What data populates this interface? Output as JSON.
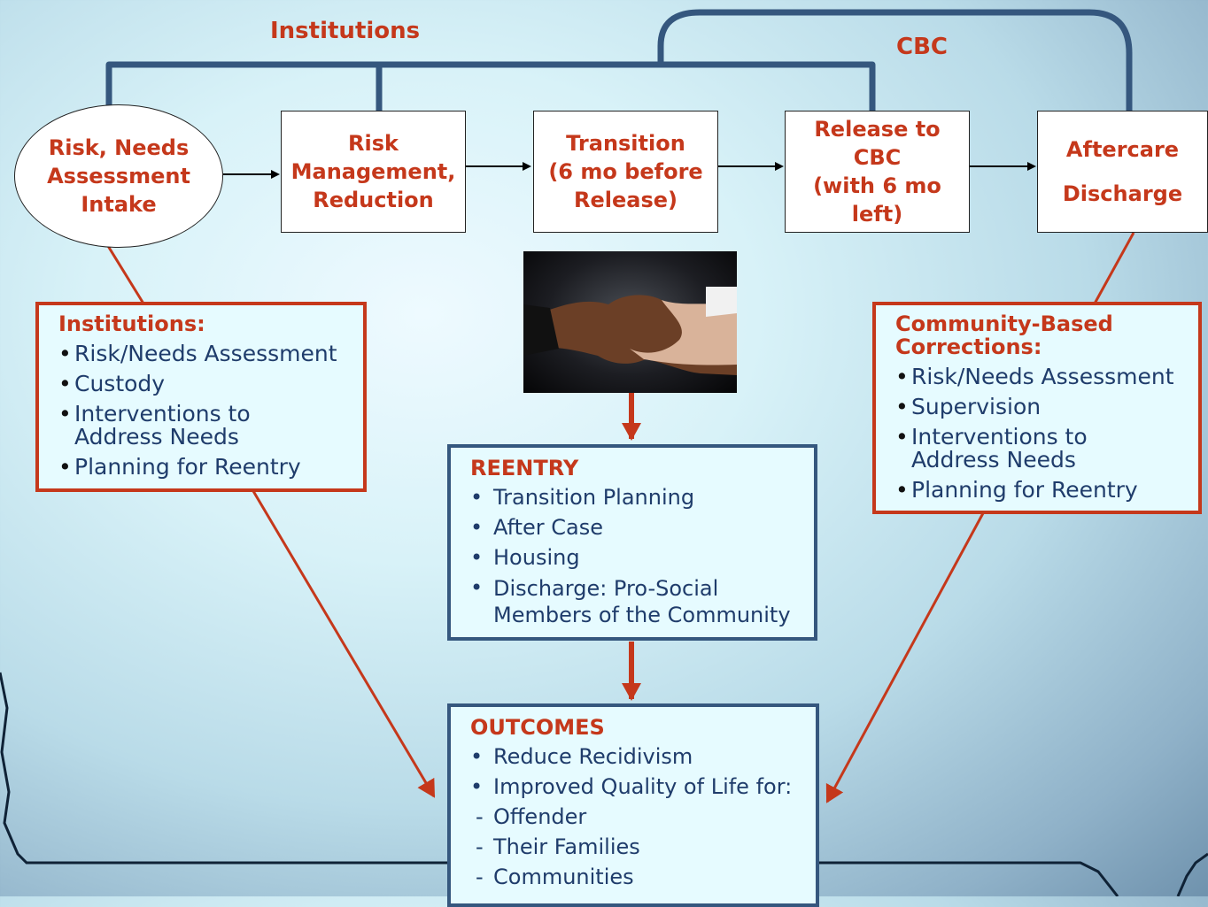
{
  "colors": {
    "accent": "#c5381b",
    "frame": "#35577e",
    "text": "#1f3c6b"
  },
  "top_labels": {
    "institutions": "Institutions",
    "cbc": "CBC"
  },
  "flow": {
    "intake": [
      "Risk, Needs",
      "Assessment",
      "Intake"
    ],
    "risk_management": [
      "Risk",
      "Management,",
      "Reduction"
    ],
    "transition": [
      "Transition",
      "(6 mo before",
      "Release)"
    ],
    "release": [
      "Release to",
      "CBC",
      "(with 6 mo",
      "left)"
    ],
    "aftercare": [
      "Aftercare",
      "Discharge"
    ]
  },
  "institutions_panel": {
    "title": "Institutions:",
    "bullet": "•",
    "items": [
      "Risk/Needs Assessment",
      "Custody",
      "Interventions to Address Needs",
      "Planning for Reentry"
    ]
  },
  "cbc_panel": {
    "title": "Community-Based Corrections:",
    "bullet": "•",
    "items": [
      "Risk/Needs Assessment",
      "Supervision",
      "Interventions to Address Needs",
      "Planning for Reentry"
    ]
  },
  "photo": {
    "icon": "handshake-photo"
  },
  "reentry": {
    "title": "REENTRY",
    "bullet": "•",
    "items": [
      "Transition Planning",
      "After Case",
      "Housing",
      "Discharge: Pro-Social Members of the Community"
    ]
  },
  "outcomes": {
    "title": "OUTCOMES",
    "bullet": "•",
    "dash": "-",
    "items": [
      "Reduce Recidivism",
      "Improved Quality of Life for:"
    ],
    "subitems": [
      "Offender",
      "Their Families",
      "Communities"
    ]
  }
}
